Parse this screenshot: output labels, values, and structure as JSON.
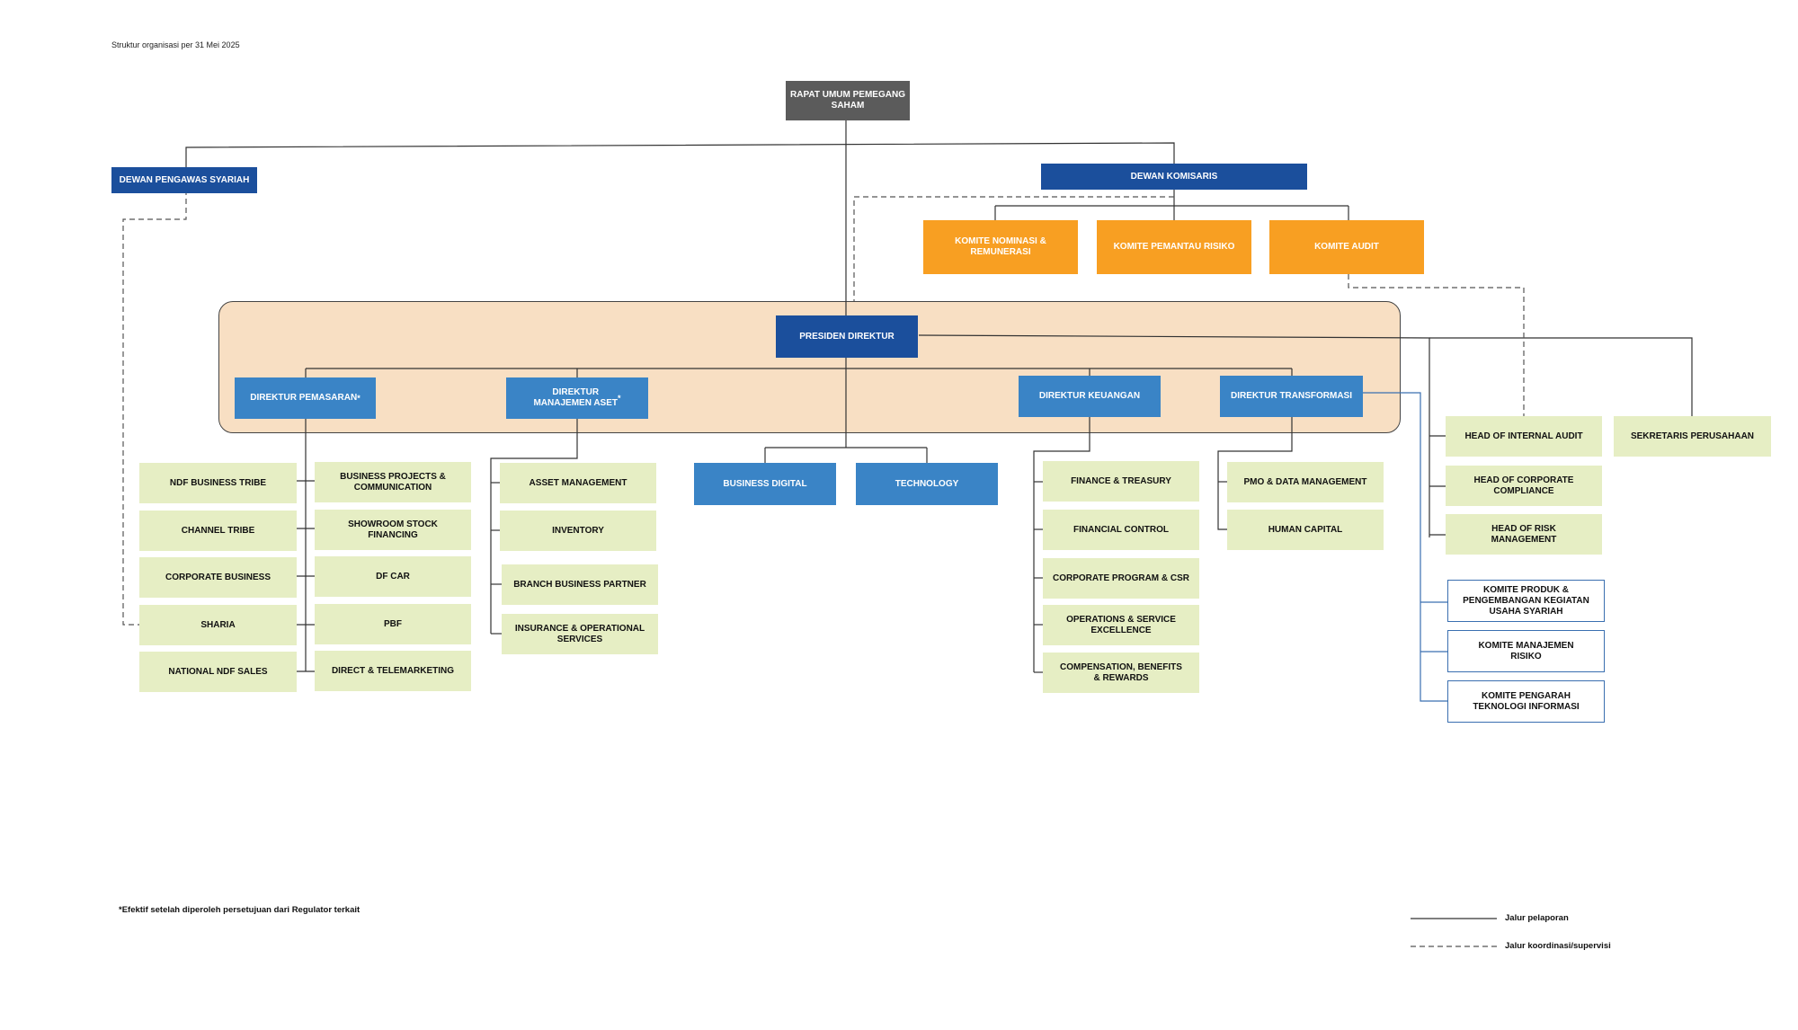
{
  "header_note": "Struktur organisasi per 31 Mei 2025",
  "top": {
    "rups": "RAPAT UMUM PEMEGANG\nSAHAM",
    "dps": "DEWAN PENGAWAS SYARIAH",
    "dekom": "DEWAN KOMISARIS"
  },
  "committees": {
    "nominasi": "KOMITE NOMINASI &\nREMUNERASI",
    "risiko": "KOMITE PEMANTAU RISIKO",
    "audit": "KOMITE AUDIT"
  },
  "directors": {
    "presiden": "PRESIDEN DIREKTUR",
    "pemasaran": "DIREKTUR PEMASARAN",
    "manajemen_aset": "DIREKTUR\nMANAJEMEN ASET",
    "keuangan": "DIREKTUR KEUANGAN",
    "transformasi": "DIREKTUR TRANSFORMASI",
    "asterisk": "*"
  },
  "pemasaran_left": [
    "NDF BUSINESS TRIBE",
    "CHANNEL TRIBE",
    "CORPORATE BUSINESS",
    "SHARIA",
    "NATIONAL NDF SALES"
  ],
  "pemasaran_right": [
    "BUSINESS PROJECTS &\nCOMMUNICATION",
    "SHOWROOM STOCK\nFINANCING",
    "DF CAR",
    "PBF",
    "DIRECT & TELEMARKETING"
  ],
  "aset": [
    "ASSET MANAGEMENT",
    "INVENTORY",
    "BRANCH BUSINESS PARTNER",
    "INSURANCE & OPERATIONAL\nSERVICES"
  ],
  "presiden_units": [
    "BUSINESS DIGITAL",
    "TECHNOLOGY"
  ],
  "keuangan": [
    "FINANCE & TREASURY",
    "FINANCIAL CONTROL",
    "CORPORATE PROGRAM & CSR",
    "OPERATIONS & SERVICE\nEXCELLENCE",
    "COMPENSATION, BENEFITS\n& REWARDS"
  ],
  "transformasi": [
    "PMO & DATA MANAGEMENT",
    "HUMAN CAPITAL"
  ],
  "heads": [
    "HEAD OF INTERNAL AUDIT",
    "HEAD OF CORPORATE\nCOMPLIANCE",
    "HEAD OF RISK\nMANAGEMENT"
  ],
  "sekretaris": "SEKRETARIS PERUSAHAAN",
  "exec_committees": [
    "KOMITE PRODUK &\nPENGEMBANGAN KEGIATAN\nUSAHA SYARIAH",
    "KOMITE MANAJEMEN\nRISIKO",
    "KOMITE PENGARAH\nTEKNOLOGI INFORMASI"
  ],
  "footnote": "*Efektif setelah diperoleh persetujuan dari Regulator terkait",
  "legend": {
    "solid": "Jalur pelaporan",
    "dashed": "Jalur koordinasi/supervisi"
  },
  "colors": {
    "rups": "#5b5b5b",
    "navy": "#1b4f9c",
    "blue": "#3a84c6",
    "orange": "#f89f22",
    "green": "#e6eec4",
    "region": "#f8dfc3",
    "outline": "#3a6fb0"
  }
}
